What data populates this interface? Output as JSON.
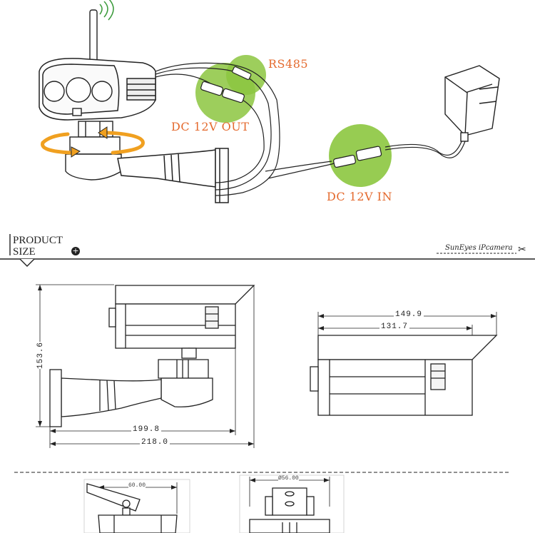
{
  "connection_diagram": {
    "labels": {
      "rs485": "RS485",
      "dc_out": "DC 12V OUT",
      "dc_in": "DC 12V IN"
    },
    "colors": {
      "highlight_green": "#8cc63f",
      "label_orange": "#e46a2e",
      "rotate_arrow": "#f0a020"
    }
  },
  "section_header": {
    "title_line1": "PRODUCT",
    "title_line2": "SIZE",
    "plus_icon": "plus-circle-icon",
    "brand": "SunEyes iPcamera",
    "scissors_icon": "scissors-icon"
  },
  "side_view": {
    "height": "153.6",
    "bracket_length": "199.8",
    "total_length": "218.0"
  },
  "top_view": {
    "total_length": "149.9",
    "body_length": "131.7"
  },
  "bottom_views": {
    "left_width": "60.00",
    "right_diameter": "Ø56.00"
  }
}
